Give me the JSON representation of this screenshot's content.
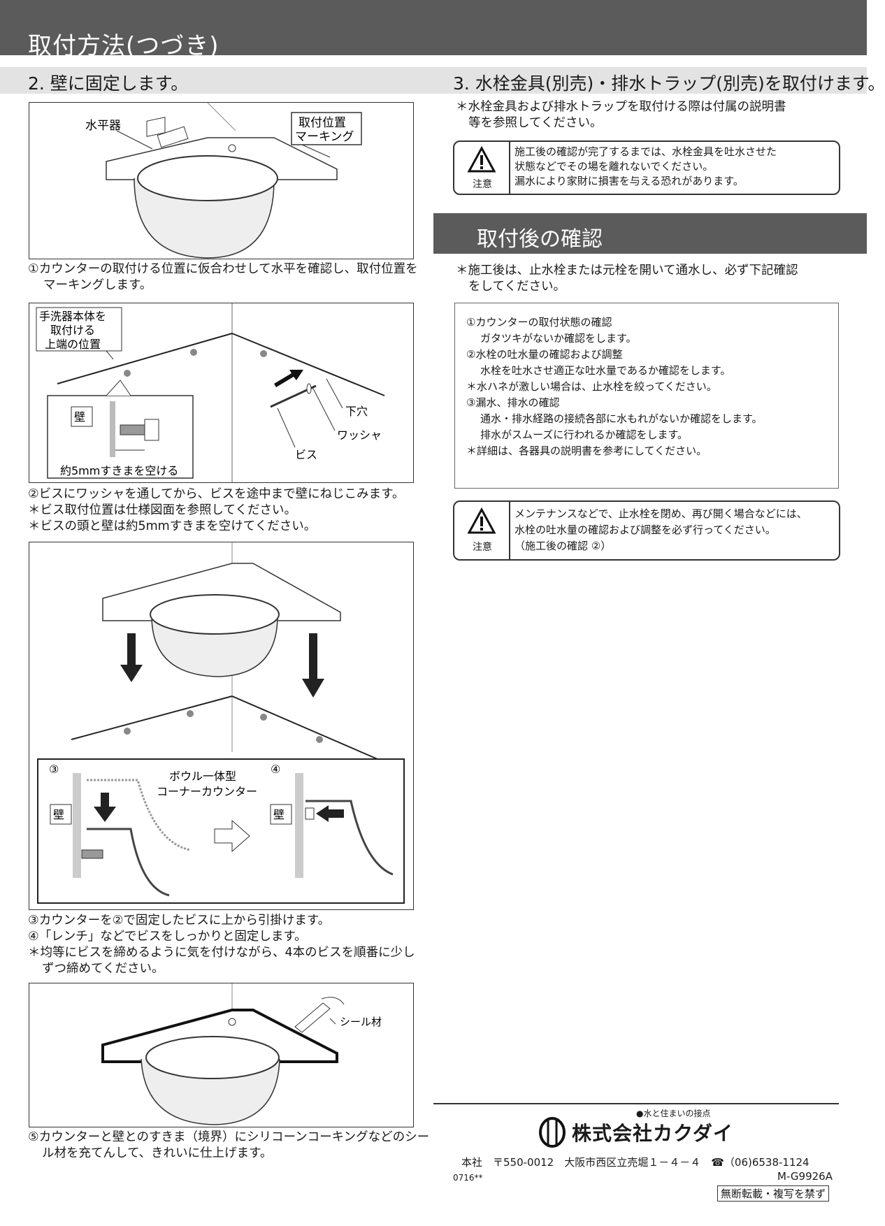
{
  "header": {
    "title": "取付方法(つづき)"
  },
  "step2": {
    "title": "2. 壁に固定します。",
    "fig1": {
      "level_label": "水平器",
      "marking_line1": "取付位置",
      "marking_line2": "マーキング"
    },
    "caption1": [
      "①カウンターの取付ける位置に仮合わせして水平を確認し、取付位置を",
      "マーキングします。"
    ],
    "fig2": {
      "top_line1": "手洗器本体を",
      "top_line2": "取付ける",
      "top_line3": "上端の位置",
      "wall": "壁",
      "gap": "約5mmすきまを空ける",
      "hole": "下穴",
      "washer": "ワッシャ",
      "screw": "ビス"
    },
    "caption2": [
      "②ビスにワッシャを通してから、ビスを途中まで壁にねじこみます。",
      "＊ビス取付位置は仕様図面を参照してください。",
      "＊ビスの頭と壁は約5mmすきまを空けてください。"
    ],
    "fig3": {
      "num3": "③",
      "num4": "④",
      "wall_a": "壁",
      "wall_b": "壁",
      "counter_line1": "ボウル一体型",
      "counter_line2": "コーナーカウンター"
    },
    "caption3": [
      "③カウンターを②で固定したビスに上から引掛けます。",
      "④「レンチ」などでビスをしっかりと固定します。",
      "＊均等にビスを締めるように気を付けながら、4本のビスを順番に少し",
      "ずつ締めてください。"
    ],
    "fig4": {
      "sealant": "シール材"
    },
    "caption4": [
      "⑤カウンターと壁とのすきま（境界）にシリコーンコーキングなどのシー",
      "ル材を充てんして、きれいに仕上げます。"
    ]
  },
  "step3": {
    "title": "3. 水栓金具(別売)・排水トラップ(別売)を取付けます。",
    "note": [
      "＊水栓金具および排水トラップを取付ける際は付属の説明書",
      "等を参照してください。"
    ],
    "caution": {
      "label": "注意",
      "lines": [
        "施工後の確認が完了するまでは、水栓金具を吐水させた",
        "状態などでその場を離れないでください。",
        "漏水により家財に損害を与える恐れがあります。"
      ]
    }
  },
  "after": {
    "title": "取付後の確認",
    "note": [
      "＊施工後は、止水栓または元栓を開いて通水し、必ず下記確認",
      "をしてください。"
    ],
    "checks": [
      "①カウンターの取付状態の確認",
      "ガタツキがないか確認をします。",
      "②水栓の吐水量の確認および調整",
      "水栓を吐水させ適正な吐水量であるか確認をします。",
      "＊水ハネが激しい場合は、止水栓を絞ってください。",
      "③漏水、排水の確認",
      "通水・排水経路の接続各部に水もれがないか確認をします。",
      "排水がスムーズに行われるか確認をします。",
      "＊詳細は、各器具の説明書を参考にしてください。"
    ],
    "caution": {
      "label": "注意",
      "lines": [
        "メンテナンスなどで、止水栓を閉め、再び開く場合などには、",
        "水栓の吐水量の確認および調整を必ず行ってください。",
        "（施工後の確認 ②）"
      ]
    }
  },
  "footer": {
    "tagline": "●水と住まいの接点",
    "company": "株式会社カクダイ",
    "address": "本社　〒550-0012　大阪市西区立売堀１－４－４　☎（06)6538-1124",
    "model": "M-G9926A",
    "code": "0716**",
    "notice": "無断転載・複写を禁ず"
  },
  "colors": {
    "header_bg": "#5b5b5b",
    "section_bg": "#e3e3e3"
  }
}
